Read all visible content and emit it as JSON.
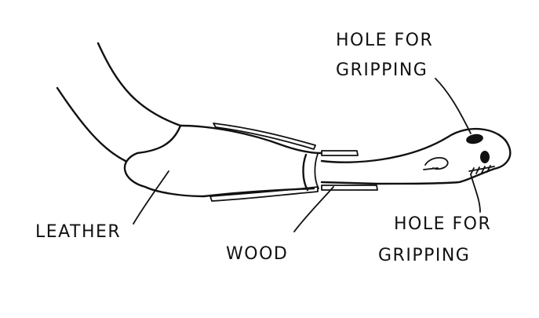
{
  "labels": {
    "hole_top_line1": "HOLE FOR",
    "hole_top_line2": "GRIPPING",
    "hole_bottom_line1": "HOLE FOR",
    "hole_bottom_line2": "GRIPPING",
    "leather": "LEATHER",
    "wood": "WOOD"
  },
  "colors": {
    "ink": "#111111",
    "background": "#ffffff"
  }
}
